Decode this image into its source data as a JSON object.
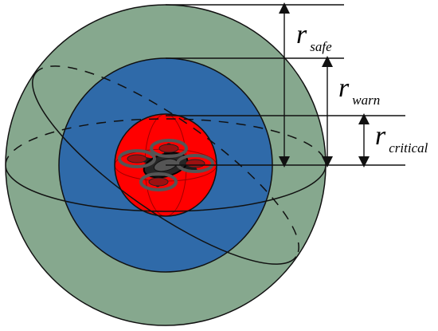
{
  "colors": {
    "safe_zone": "#86a88e",
    "warn_zone": "#2f6aa9",
    "critical_zone": "#ff0000",
    "outline": "#111111",
    "drone_body": "#262626",
    "drone_rotor": "#5d5d5d"
  },
  "labels": {
    "safe": {
      "main": "r",
      "sub": "safe"
    },
    "warn": {
      "main": "r",
      "sub": "warn"
    },
    "critical": {
      "main": "r",
      "sub": "critical"
    }
  }
}
